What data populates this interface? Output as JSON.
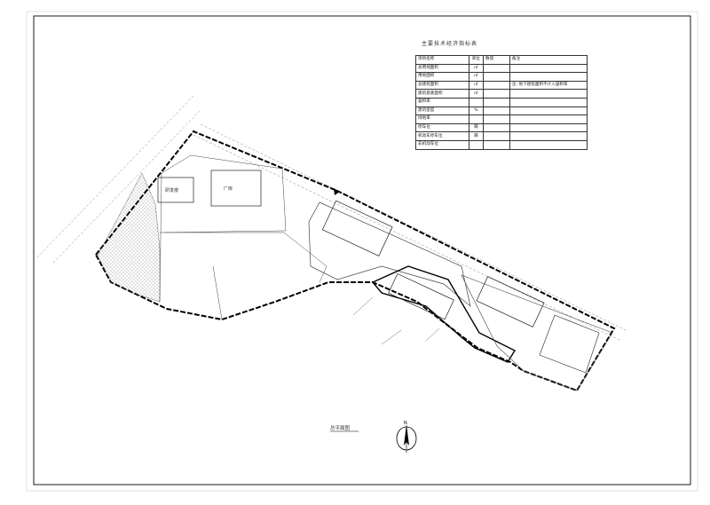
{
  "drawing": {
    "table_title": "主要技术经济指标表",
    "table_rows": [
      [
        "项目名称",
        "单位",
        "数值",
        "备注"
      ],
      [
        "总用地面积",
        "㎡",
        "",
        ""
      ],
      [
        "用地面积",
        "㎡",
        "",
        ""
      ],
      [
        "总建筑面积",
        "㎡",
        "",
        "注: 地下建筑面积不计入容积率"
      ],
      [
        "建筑基底面积",
        "㎡",
        "",
        ""
      ],
      [
        "容积率",
        "",
        "",
        ""
      ],
      [
        "建筑密度",
        "%",
        "",
        ""
      ],
      [
        "绿地率",
        "",
        "",
        ""
      ],
      [
        "停车位",
        "辆",
        "",
        ""
      ],
      [
        "机动车停车位",
        "辆",
        "",
        ""
      ],
      [
        "非机动车位",
        "",
        "",
        ""
      ]
    ],
    "building_labels": [
      "研发楼",
      "厂房"
    ],
    "plan_label": "总平面图",
    "north_label": "N"
  }
}
